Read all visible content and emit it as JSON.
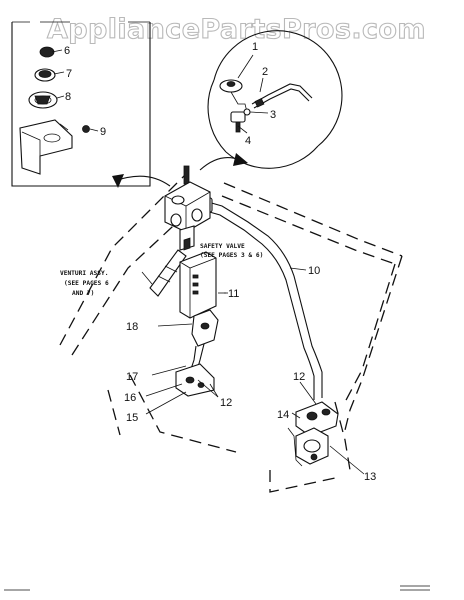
{
  "watermark": "AppliancePartsPros.com",
  "callouts": {
    "c1": "1",
    "c2": "2",
    "c3": "3",
    "c4": "4",
    "c6": "6",
    "c7": "7",
    "c8": "8",
    "c9": "9",
    "c10": "10",
    "c11": "11",
    "c18": "18",
    "c17": "17",
    "c16": "16",
    "c15": "15",
    "c12a": "12",
    "c12b": "12",
    "c14": "14",
    "c13": "13"
  },
  "notes": {
    "safety_valve_1": "SAFETY VALVE",
    "safety_valve_2": "(SEE PAGES 3 & 6)",
    "venturi_1": "VENTURI ASSY.",
    "venturi_2": "(SEE PAGES 6",
    "venturi_3": "AND 7)"
  }
}
